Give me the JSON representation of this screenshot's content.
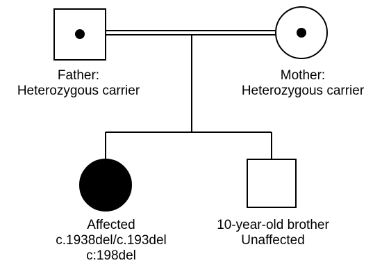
{
  "colors": {
    "stroke": "#000000",
    "affected_fill": "#000000",
    "unaffected_fill": "#ffffff",
    "background": "#ffffff"
  },
  "individuals": {
    "father": {
      "symbol": "square",
      "status": "carrier",
      "label_line1": "Father:",
      "label_line2": "Heterozygous carrier"
    },
    "mother": {
      "symbol": "circle",
      "status": "carrier",
      "label_line1": "Mother:",
      "label_line2": "Heterozygous carrier"
    },
    "daughter": {
      "symbol": "circle",
      "status": "affected",
      "label_line1": "Affected",
      "label_line2": "c.1938del/c.193del",
      "label_line3": "c:198del"
    },
    "brother": {
      "symbol": "square",
      "status": "unaffected",
      "label_line1": "10-year-old brother",
      "label_line2": "Unaffected"
    }
  },
  "relationships": {
    "parents": "consanguineous-double-line"
  }
}
